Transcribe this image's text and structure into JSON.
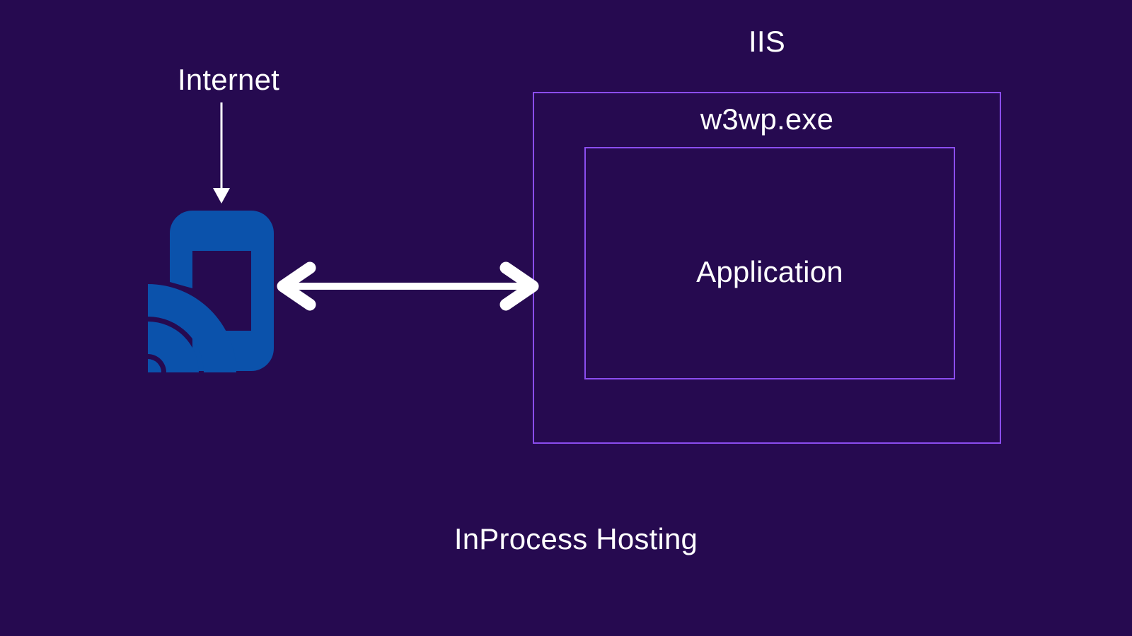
{
  "diagram": {
    "title": "InProcess Hosting",
    "background_color": "#260a50",
    "text_color": "#ffffff",
    "box_border_color": "#8b4df0",
    "device_icon_color": "#0b52ab",
    "arrow_color": "#ffffff"
  },
  "labels": {
    "internet": "Internet",
    "iis": "IIS",
    "w3wp": "w3wp.exe",
    "application": "Application",
    "caption": "InProcess Hosting"
  },
  "icons": {
    "device": "wireless-device-icon",
    "down_arrow": "down-arrow-icon",
    "bidirectional_arrow": "bidirectional-arrow-icon"
  },
  "chart_data": {
    "type": "diagram",
    "title": "InProcess Hosting",
    "nodes": [
      {
        "id": "internet",
        "label": "Internet",
        "kind": "label"
      },
      {
        "id": "client",
        "label": "",
        "kind": "wireless-device-icon"
      },
      {
        "id": "iis",
        "label": "IIS",
        "kind": "container"
      },
      {
        "id": "w3wp",
        "label": "w3wp.exe",
        "kind": "process-box"
      },
      {
        "id": "application",
        "label": "Application",
        "kind": "box"
      }
    ],
    "edges": [
      {
        "from": "internet",
        "to": "client",
        "direction": "one-way"
      },
      {
        "from": "client",
        "to": "w3wp",
        "direction": "two-way"
      }
    ],
    "nesting": [
      {
        "parent": "w3wp",
        "child": "application"
      }
    ]
  }
}
